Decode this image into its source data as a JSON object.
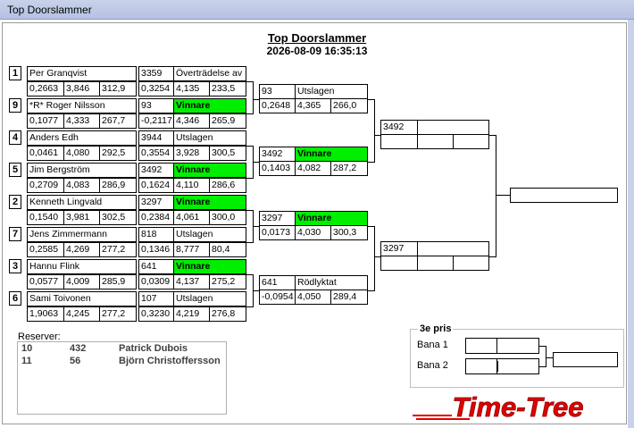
{
  "window": {
    "title": "Top Doorslammer"
  },
  "header": {
    "title": "Top Doorslammer",
    "datetime": "2026-08-09 16:35:13"
  },
  "round1": [
    {
      "seed": "1",
      "name": "Per Granqvist",
      "rt": "0,2663",
      "et": "3,846",
      "speed": "312,9",
      "num": "3359",
      "status": "Överträdelse av",
      "win": false,
      "m_rt": "0,3254",
      "m_et": "4,135",
      "m_speed": "233,5"
    },
    {
      "seed": "9",
      "name": "*R* Roger Nilsson",
      "rt": "0,1077",
      "et": "4,333",
      "speed": "267,7",
      "num": "93",
      "status": "Vinnare",
      "win": true,
      "m_rt": "-0,2117",
      "m_et": "4,346",
      "m_speed": "265,9"
    },
    {
      "seed": "4",
      "name": "Anders Edh",
      "rt": "0,0461",
      "et": "4,080",
      "speed": "292,5",
      "num": "3944",
      "status": "Utslagen",
      "win": false,
      "m_rt": "0,3554",
      "m_et": "3,928",
      "m_speed": "300,5"
    },
    {
      "seed": "5",
      "name": "Jim Bergström",
      "rt": "0,2709",
      "et": "4,083",
      "speed": "286,9",
      "num": "3492",
      "status": "Vinnare",
      "win": true,
      "m_rt": "0,1624",
      "m_et": "4,110",
      "m_speed": "286,6"
    },
    {
      "seed": "2",
      "name": "Kenneth Lingvald",
      "rt": "0,1540",
      "et": "3,981",
      "speed": "302,5",
      "num": "3297",
      "status": "Vinnare",
      "win": true,
      "m_rt": "0,2384",
      "m_et": "4,061",
      "m_speed": "300,0"
    },
    {
      "seed": "7",
      "name": "Jens Zimmermann",
      "rt": "0,2585",
      "et": "4,269",
      "speed": "277,2",
      "num": "818",
      "status": "Utslagen",
      "win": false,
      "m_rt": "0,1346",
      "m_et": "8,777",
      "m_speed": "80,4"
    },
    {
      "seed": "3",
      "name": "Hannu Flink",
      "rt": "0,0577",
      "et": "4,009",
      "speed": "285,9",
      "num": "641",
      "status": "Vinnare",
      "win": true,
      "m_rt": "0,0309",
      "m_et": "4,137",
      "m_speed": "275,2"
    },
    {
      "seed": "6",
      "name": "Sami Toivonen",
      "rt": "1,9063",
      "et": "4,245",
      "speed": "277,2",
      "num": "107",
      "status": "Utslagen",
      "win": false,
      "m_rt": "0,3230",
      "m_et": "4,219",
      "m_speed": "276,8"
    }
  ],
  "round2": [
    {
      "num": "93",
      "status": "Utslagen",
      "win": false,
      "rt": "0,2648",
      "et": "4,365",
      "speed": "266,0"
    },
    {
      "num": "3492",
      "status": "Vinnare",
      "win": true,
      "rt": "0,1403",
      "et": "4,082",
      "speed": "287,2"
    },
    {
      "num": "3297",
      "status": "Vinnare",
      "win": true,
      "rt": "0,0173",
      "et": "4,030",
      "speed": "300,3"
    },
    {
      "num": "641",
      "status": "Rödlyktat",
      "win": false,
      "rt": "-0,0954",
      "et": "4,050",
      "speed": "289,4"
    }
  ],
  "semis": [
    {
      "num": "3492"
    },
    {
      "num": "3297"
    }
  ],
  "reserves": {
    "label": "Reserver:",
    "rows": [
      {
        "pos": "10",
        "num": "432",
        "name": "Patrick Dubois"
      },
      {
        "pos": "11",
        "num": "56",
        "name": "Björn Christoffersson"
      }
    ]
  },
  "third_prize": {
    "title": "3e pris",
    "lane1": "Bana 1",
    "lane2": "Bana 2"
  },
  "logo": {
    "text": "Time-Tree"
  },
  "colors": {
    "winner": "#00ee00",
    "logo": "#e00000"
  }
}
